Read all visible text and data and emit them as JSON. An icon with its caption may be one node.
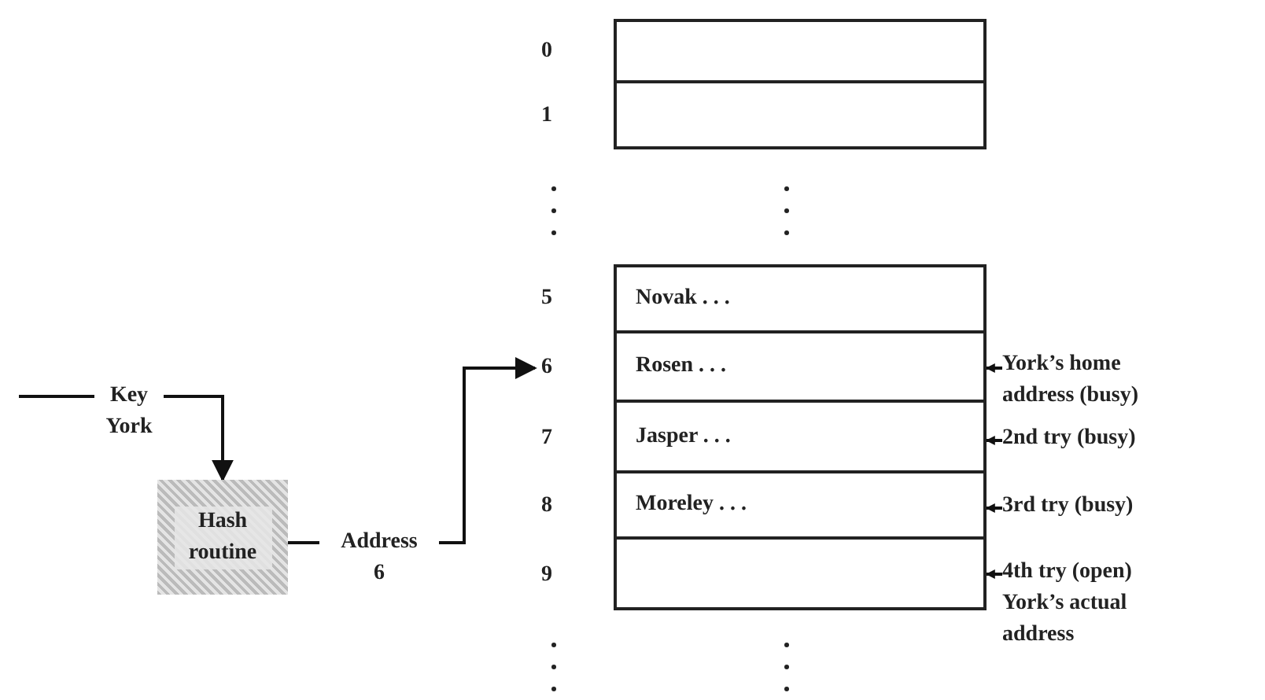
{
  "diagram": {
    "nodes": [
      {
        "text": [],
        "shape": "box",
        "beside": [
          "0"
        ]
      },
      {
        "text": [],
        "shape": "box",
        "beside": [
          "1"
        ]
      },
      {
        "text": [
          "Novak . . ."
        ],
        "beside": [
          "5"
        ]
      },
      {
        "text": [
          "Rosen . . ."
        ],
        "beside": [
          "6"
        ]
      },
      {
        "text": [
          "Jasper . . ."
        ],
        "beside": [
          "7"
        ]
      },
      {
        "text": [
          "Moreley . . ."
        ],
        "beside": [
          "8"
        ]
      },
      {
        "text": [],
        "shape": "box",
        "beside": [
          "9"
        ]
      },
      {
        "text": [
          "Key York"
        ]
      },
      {
        "text": [
          "Hash routine"
        ]
      },
      {
        "text": [
          "Address 6"
        ]
      },
      {
        "text": [
          "York’s home address (busy)"
        ]
      },
      {
        "text": [
          "2nd try (busy)"
        ]
      },
      {
        "text": [
          "3rd try (busy)"
        ]
      },
      {
        "text": [
          "4th try (open)",
          "York’s actual address"
        ]
      }
    ],
    "edges": [
      {
        "from": null,
        "to": 7,
        "arrow": "none"
      },
      {
        "from": 7,
        "to": 8,
        "arrow": "to"
      },
      {
        "from": 8,
        "to": 9,
        "arrow": "none"
      },
      {
        "from": 9,
        "to": 3,
        "arrow": "to"
      },
      {
        "from": 10,
        "to": 3,
        "arrow": "to"
      },
      {
        "from": 11,
        "to": 4,
        "arrow": "to"
      },
      {
        "from": 12,
        "to": 5,
        "arrow": "to"
      },
      {
        "from": 13,
        "to": 6,
        "arrow": "to"
      }
    ]
  }
}
